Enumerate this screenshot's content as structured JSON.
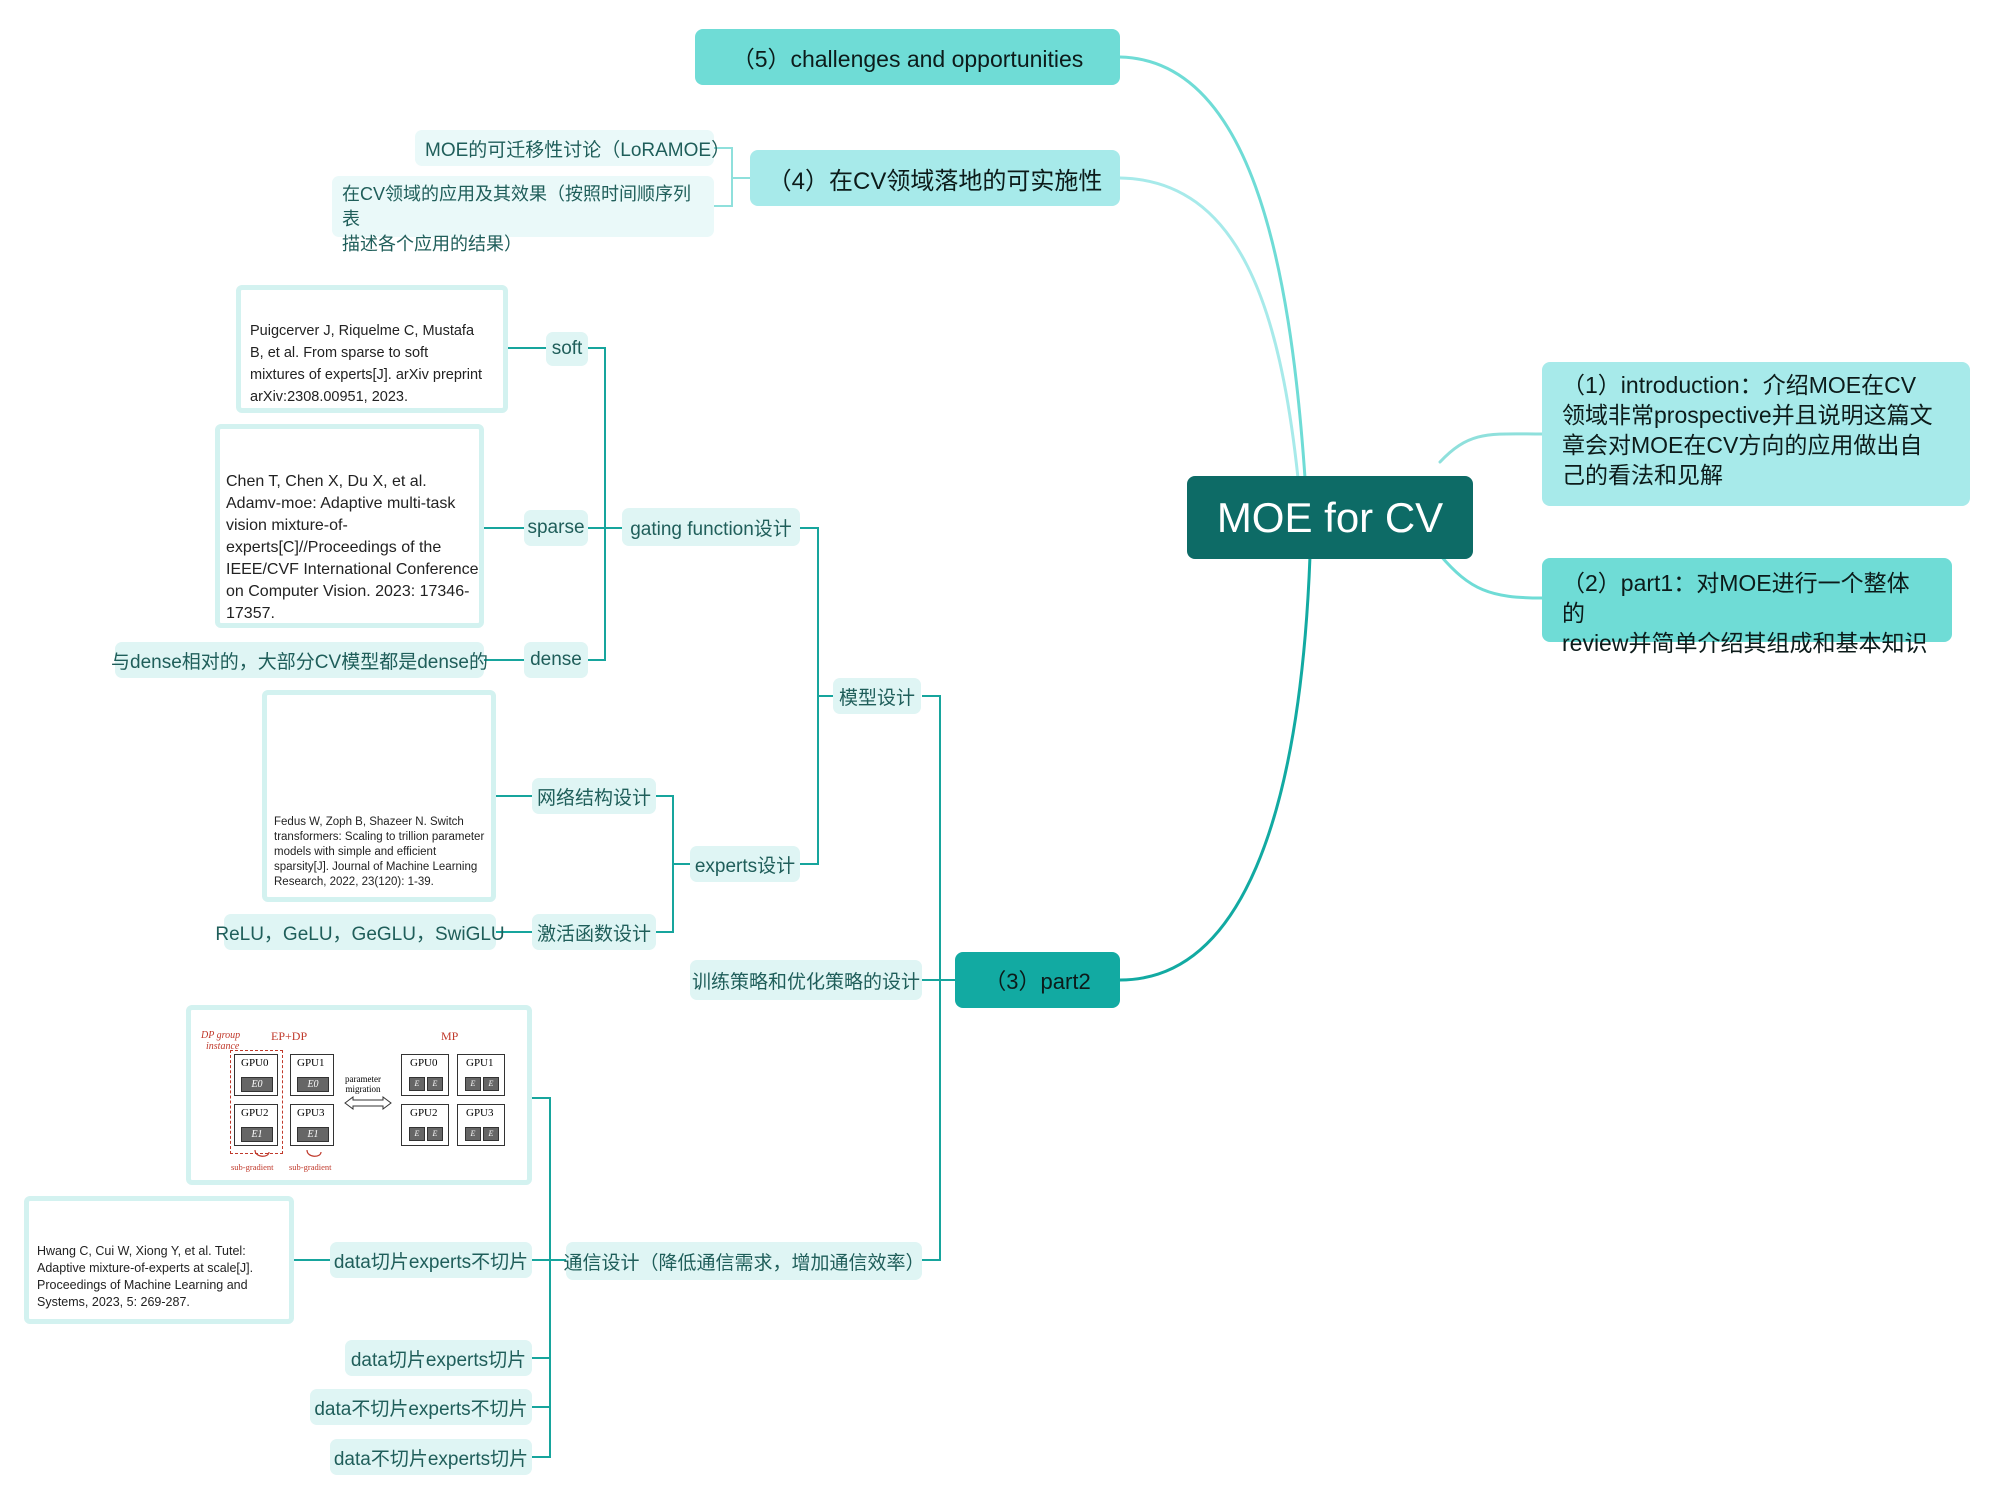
{
  "center": "MOE for CV",
  "branches": {
    "b1": "（1）introduction：介绍MOE在CV领域非常prospective并且说明这篇文章会对MOE在CV方向的应用做出自己的看法和见解",
    "b1_lines": [
      "（1）introduction：介绍MOE在CV",
      "领域非常prospective并且说明这篇文",
      "章会对MOE在CV方向的应用做出自",
      "己的看法和见解"
    ],
    "b2_lines": [
      "（2）part1：对MOE进行一个整体的",
      "review并简单介绍其组成和基本知识"
    ],
    "b3": "（3）part2",
    "b4": "（4）在CV领域落地的可实施性",
    "b5": "（5）challenges and opportunities"
  },
  "b4_children": {
    "loramoe": "MOE的可迁移性讨论（LoRAMOE）",
    "app_lines": [
      "在CV领域的应用及其效果（按照时间顺序列表",
      "描述各个应用的结果）"
    ]
  },
  "part2": {
    "model_design": "模型设计",
    "training": "训练策略和优化策略的设计",
    "comm": "通信设计（降低通信需求，增加通信效率）",
    "gating": "gating function设计",
    "experts": "experts设计",
    "soft": "soft",
    "sparse": "sparse",
    "dense": "dense",
    "dense_note": "与dense相对的，大部分CV模型都是dense的",
    "network": "网络结构设计",
    "activation": "激活函数设计",
    "act_list": "ReLU，GeLU，GeGLU，SwiGLU",
    "comm_items": [
      "data切片experts不切片",
      "data切片experts切片",
      "data不切片experts不切片",
      "data不切片experts切片"
    ]
  },
  "refs": {
    "soft": [
      "Puigcerver J, Riquelme C, Mustafa",
      "B, et al. From sparse to soft",
      "mixtures of experts[J]. arXiv preprint",
      "arXiv:2308.00951, 2023."
    ],
    "sparse": [
      "Chen T, Chen X, Du X, et al.",
      "Adamv-moe: Adaptive multi-task",
      "vision mixture-of-",
      "experts[C]//Proceedings of the",
      "IEEE/CVF International Conference",
      "on Computer Vision. 2023: 17346-",
      "17357."
    ],
    "network": [
      "Fedus W, Zoph B, Shazeer N. Switch",
      "transformers: Scaling to trillion parameter",
      "models with simple and efficient",
      "sparsity[J]. Journal of Machine Learning",
      "Research, 2022, 23(120): 1-39."
    ],
    "comm": [
      "Hwang C, Cui W, Xiong Y, et al. Tutel:",
      "Adaptive mixture-of-experts at scale[J].",
      "Proceedings of Machine Learning and",
      "Systems, 2023, 5: 269-287."
    ]
  },
  "figure": {
    "dp_label": [
      "DP group",
      "instance"
    ],
    "ep_dp": "EP+DP",
    "mp": "MP",
    "gpus": [
      "GPU0",
      "GPU1",
      "GPU2",
      "GPU3"
    ],
    "e0": "E0",
    "e1": "E1",
    "migration": [
      "parameter",
      "migration"
    ],
    "subgrad": "sub-gradient"
  },
  "colors": {
    "center": "#0d6b66",
    "teal": "#12aaa2",
    "aqua": "#6fdcd6",
    "light": "#a7eaea",
    "line": "#17a59d",
    "line_light": "#8fe0dc"
  }
}
